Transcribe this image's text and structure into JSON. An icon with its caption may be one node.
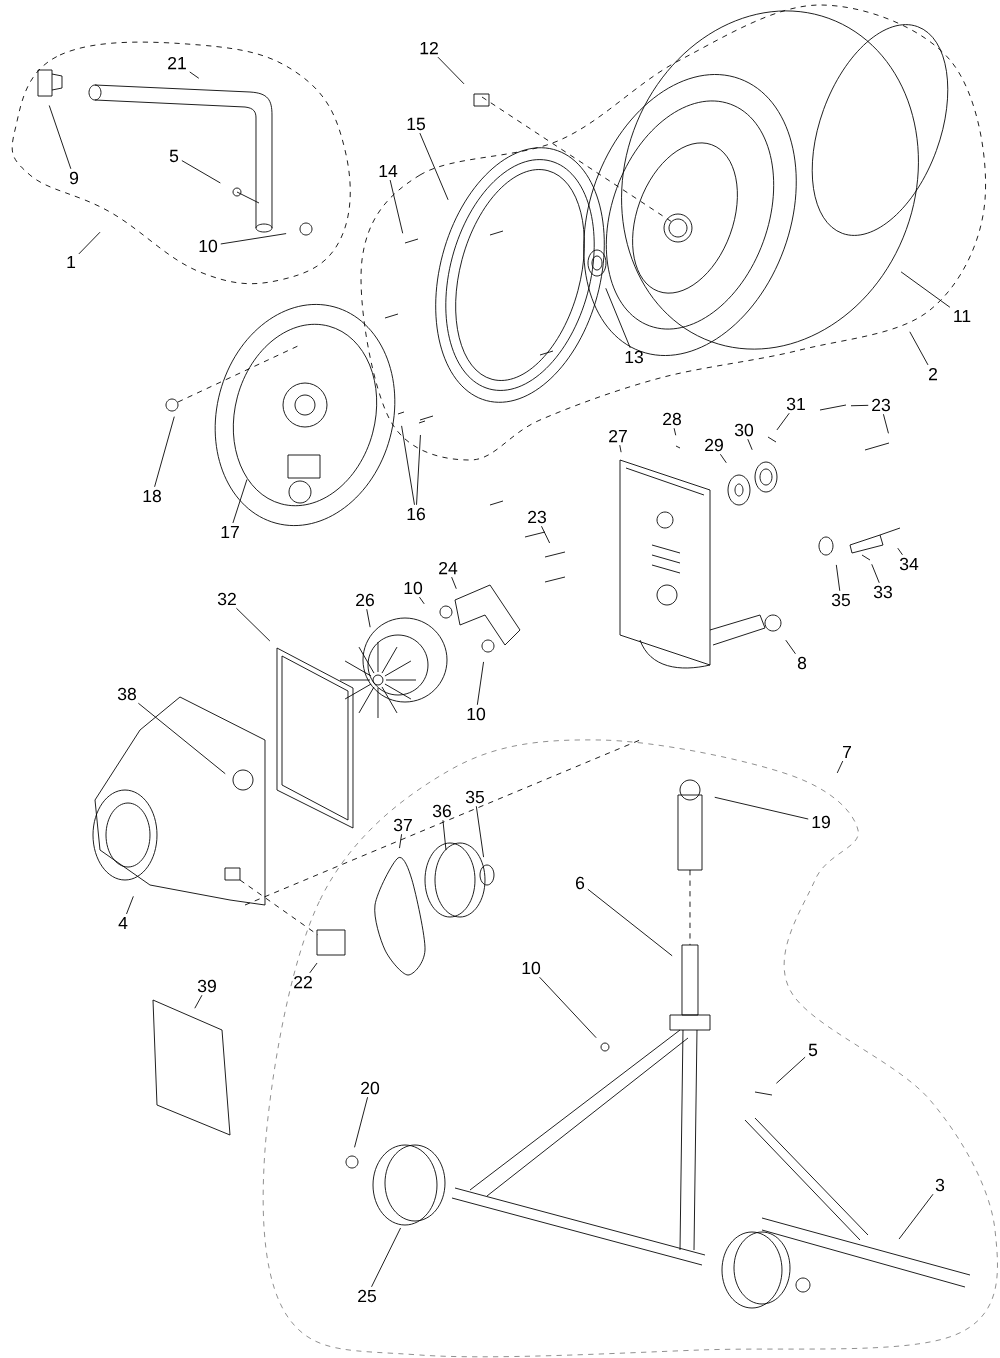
{
  "diagram": {
    "nodes": [
      {
        "text": [
          "21"
        ]
      },
      {
        "text": [
          "12"
        ]
      },
      {
        "text": [
          "15"
        ]
      },
      {
        "text": [
          "5"
        ]
      },
      {
        "text": [
          "14"
        ]
      },
      {
        "text": [
          "9"
        ]
      },
      {
        "text": [
          "10"
        ]
      },
      {
        "text": [
          "1"
        ]
      },
      {
        "text": [
          "11"
        ]
      },
      {
        "text": [
          "13"
        ]
      },
      {
        "text": [
          "2"
        ]
      },
      {
        "text": [
          "23"
        ]
      },
      {
        "text": [
          "28"
        ]
      },
      {
        "text": [
          "31"
        ]
      },
      {
        "text": [
          "30"
        ]
      },
      {
        "text": [
          "27"
        ]
      },
      {
        "text": [
          "29"
        ]
      },
      {
        "text": [
          "18"
        ]
      },
      {
        "text": [
          "16"
        ]
      },
      {
        "text": [
          "23"
        ]
      },
      {
        "text": [
          "17"
        ]
      },
      {
        "text": [
          "34"
        ]
      },
      {
        "text": [
          "24"
        ]
      },
      {
        "text": [
          "10"
        ]
      },
      {
        "text": [
          "33"
        ]
      },
      {
        "text": [
          "32"
        ]
      },
      {
        "text": [
          "26"
        ]
      },
      {
        "text": [
          "35"
        ]
      },
      {
        "text": [
          "8"
        ]
      },
      {
        "text": [
          "38"
        ]
      },
      {
        "text": [
          "10"
        ]
      },
      {
        "text": [
          "7"
        ]
      },
      {
        "text": [
          "35"
        ]
      },
      {
        "text": [
          "36"
        ]
      },
      {
        "text": [
          "19"
        ]
      },
      {
        "text": [
          "37"
        ]
      },
      {
        "text": [
          "6"
        ]
      },
      {
        "text": [
          "4"
        ]
      },
      {
        "text": [
          "10"
        ]
      },
      {
        "text": [
          "22"
        ]
      },
      {
        "text": [
          "39"
        ]
      },
      {
        "text": [
          "5"
        ]
      },
      {
        "text": [
          "20"
        ]
      },
      {
        "text": [
          "3"
        ]
      },
      {
        "text": [
          "25"
        ]
      }
    ],
    "edges": [
      {
        "from": 0,
        "to": null,
        "arrow": "none"
      },
      {
        "from": 1,
        "to": null,
        "arrow": "none"
      },
      {
        "from": 2,
        "to": null,
        "arrow": "none"
      },
      {
        "from": 3,
        "to": null,
        "arrow": "none"
      },
      {
        "from": 4,
        "to": null,
        "arrow": "none"
      },
      {
        "from": 5,
        "to": null,
        "arrow": "none"
      },
      {
        "from": 6,
        "to": null,
        "arrow": "none"
      },
      {
        "from": 7,
        "to": null,
        "arrow": "none"
      },
      {
        "from": 8,
        "to": null,
        "arrow": "none"
      },
      {
        "from": 9,
        "to": null,
        "arrow": "none"
      },
      {
        "from": 10,
        "to": null,
        "arrow": "none"
      },
      {
        "from": 11,
        "to": null,
        "arrow": "none"
      },
      {
        "from": 11,
        "to": null,
        "arrow": "none"
      },
      {
        "from": 12,
        "to": null,
        "arrow": "none"
      },
      {
        "from": 13,
        "to": null,
        "arrow": "none"
      },
      {
        "from": 14,
        "to": null,
        "arrow": "none"
      },
      {
        "from": 15,
        "to": null,
        "arrow": "none"
      },
      {
        "from": 16,
        "to": null,
        "arrow": "none"
      },
      {
        "from": 17,
        "to": null,
        "arrow": "none"
      },
      {
        "from": 18,
        "to": null,
        "arrow": "none"
      },
      {
        "from": 18,
        "to": null,
        "arrow": "none"
      },
      {
        "from": 19,
        "to": null,
        "arrow": "none"
      },
      {
        "from": 20,
        "to": null,
        "arrow": "none"
      },
      {
        "from": 21,
        "to": null,
        "arrow": "none"
      },
      {
        "from": 22,
        "to": null,
        "arrow": "none"
      },
      {
        "from": 23,
        "to": null,
        "arrow": "none"
      },
      {
        "from": 24,
        "to": null,
        "arrow": "none"
      },
      {
        "from": 25,
        "to": null,
        "arrow": "none"
      },
      {
        "from": 26,
        "to": null,
        "arrow": "none"
      },
      {
        "from": 27,
        "to": null,
        "arrow": "none"
      },
      {
        "from": 28,
        "to": null,
        "arrow": "none"
      },
      {
        "from": 29,
        "to": null,
        "arrow": "none"
      },
      {
        "from": 30,
        "to": null,
        "arrow": "none"
      },
      {
        "from": 31,
        "to": null,
        "arrow": "none"
      },
      {
        "from": 32,
        "to": null,
        "arrow": "none"
      },
      {
        "from": 33,
        "to": null,
        "arrow": "none"
      },
      {
        "from": 34,
        "to": null,
        "arrow": "none"
      },
      {
        "from": 35,
        "to": null,
        "arrow": "none"
      },
      {
        "from": 36,
        "to": null,
        "arrow": "none"
      },
      {
        "from": 37,
        "to": null,
        "arrow": "none"
      },
      {
        "from": 38,
        "to": null,
        "arrow": "none"
      },
      {
        "from": 39,
        "to": null,
        "arrow": "none"
      },
      {
        "from": 40,
        "to": null,
        "arrow": "none"
      },
      {
        "from": 41,
        "to": null,
        "arrow": "none"
      },
      {
        "from": 42,
        "to": null,
        "arrow": "none"
      },
      {
        "from": 43,
        "to": null,
        "arrow": "none"
      },
      {
        "from": 44,
        "to": null,
        "arrow": "none"
      }
    ]
  }
}
